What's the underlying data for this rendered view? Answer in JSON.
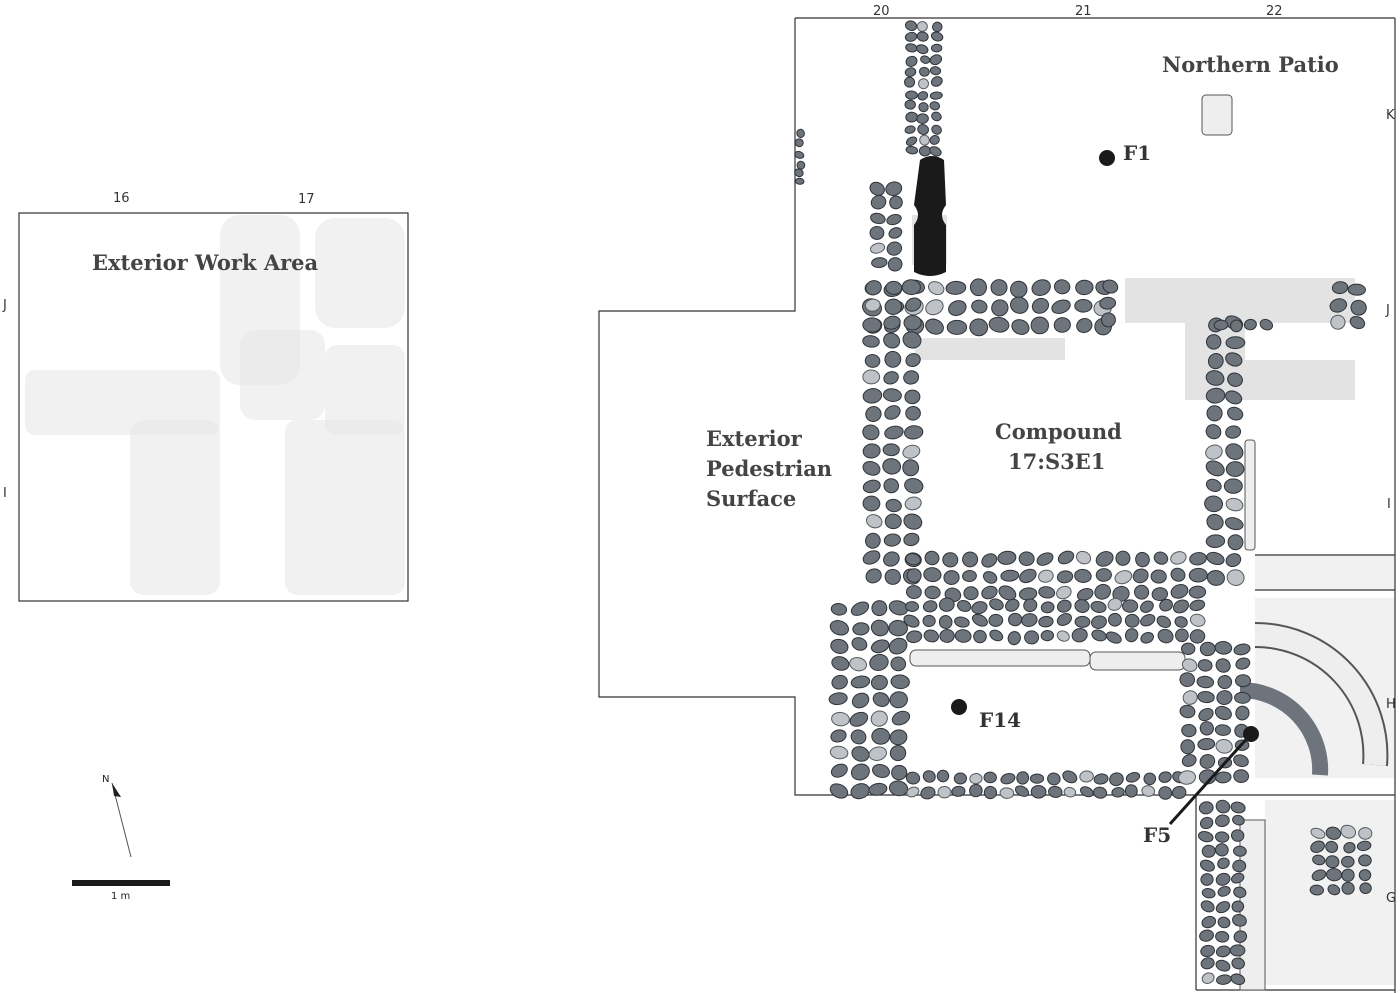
{
  "left_panel": {
    "column_labels": [
      "16",
      "17"
    ],
    "row_labels": [
      "J",
      "I"
    ],
    "area_label": "Exterior Work Area"
  },
  "right_panel": {
    "column_labels": [
      "20",
      "21",
      "22"
    ],
    "row_labels": [
      "K",
      "J",
      "I",
      "H",
      "G"
    ],
    "area_labels": {
      "northern_patio": "Northern Patio",
      "compound_line1": "Compound",
      "compound_line2": "17:S3E1",
      "exterior_line1": "Exterior",
      "exterior_line2": "Pedestrian",
      "exterior_line3": "Surface"
    },
    "features": {
      "f1": "F1",
      "f14": "F14",
      "f5": "F5"
    }
  },
  "north_arrow": {
    "label": "N"
  },
  "scale_bar": {
    "label": "1 m"
  },
  "colors": {
    "stone_fill": "#6e747c",
    "burned_feature": "#1a1a1a",
    "outline": "#333333",
    "plaster": "#e3e3e3"
  }
}
